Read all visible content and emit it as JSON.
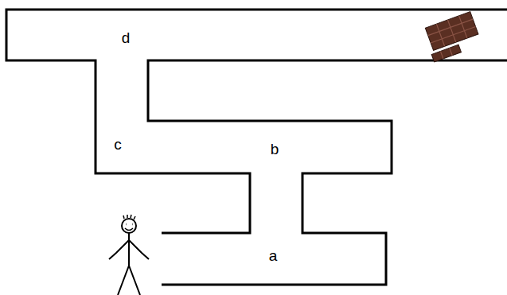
{
  "diagram": {
    "labels": [
      "d",
      "c",
      "b",
      "a"
    ]
  }
}
